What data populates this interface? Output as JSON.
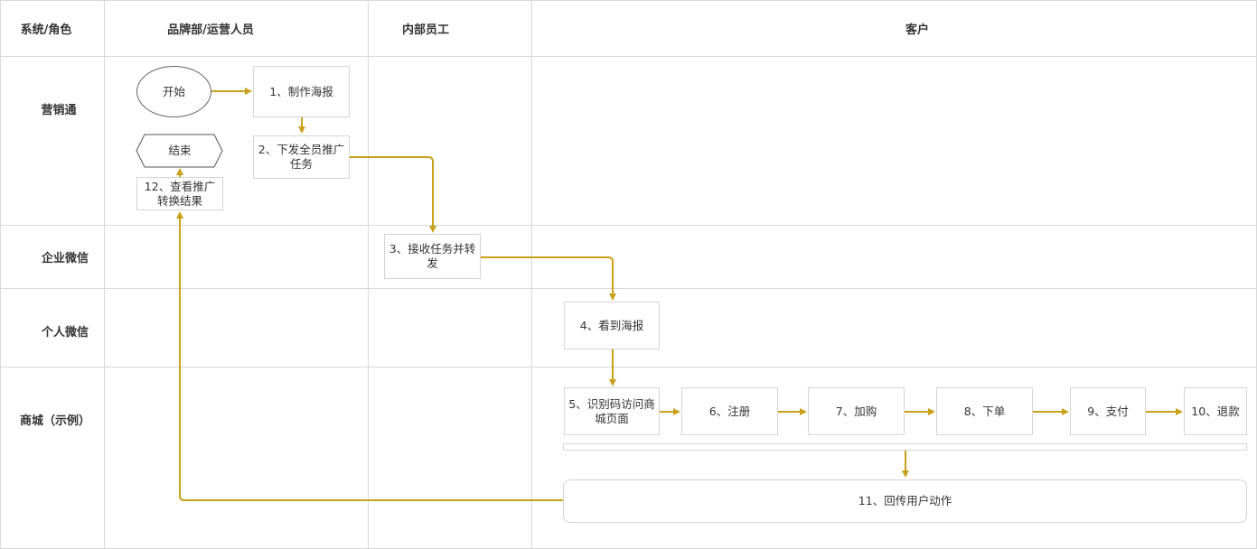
{
  "columns": {
    "role_header": "系统/角色",
    "brand": "品牌部/运营人员",
    "staff": "内部员工",
    "customer": "客户"
  },
  "rows": {
    "yingxiaotong": "营销通",
    "qiye_weixin": "企业微信",
    "geren_weixin": "个人微信",
    "shangcheng": "商城（示例）"
  },
  "nodes": {
    "start": "开始",
    "end": "结束",
    "n1": "1、制作海报",
    "n2": "2、下发全员推广任务",
    "n3": "3、接收任务并转发",
    "n4": "4、看到海报",
    "n5": "5、识别码访问商城页面",
    "n6": "6、注册",
    "n7": "7、加购",
    "n8": "8、下单",
    "n9": "9、支付",
    "n10": "10、退款",
    "n11": "11、回传用户动作",
    "n12": "12、查看推广转换结果"
  },
  "colors": {
    "connector": "#c9a01a",
    "grid": "#d9d9d9",
    "border": "#d4d4d4"
  }
}
